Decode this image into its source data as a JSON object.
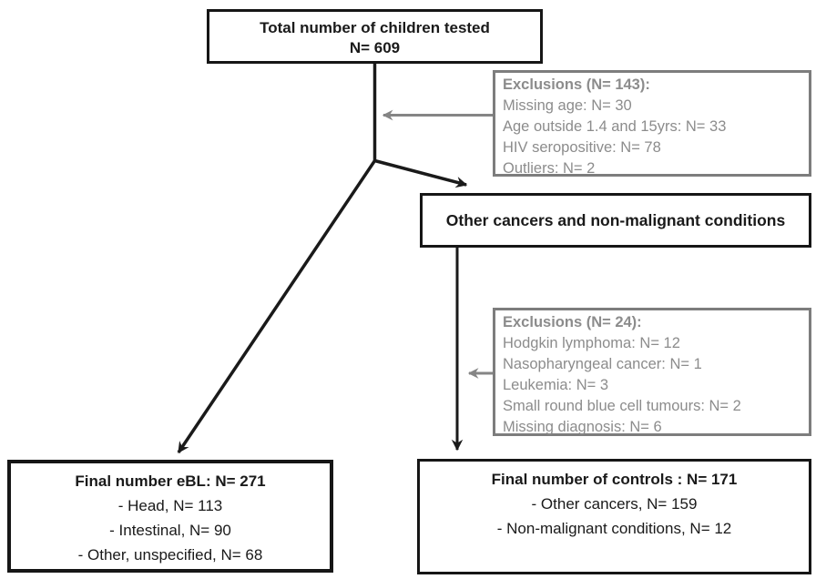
{
  "colors": {
    "black": "#1a1a1a",
    "gray_text": "#8c8c8c",
    "gray_border": "#7d7d7d",
    "gray_line": "#858585"
  },
  "boxes": {
    "total": {
      "line1": "Total number of children tested",
      "line2": "N= 609"
    },
    "exclusions1": {
      "title": "Exclusions (N= 143):",
      "items": [
        "Missing age: N= 30",
        "Age outside 1.4 and 15yrs: N= 33",
        "HIV seropositive: N= 78",
        "Outliers: N= 2"
      ]
    },
    "other_cancers": {
      "label": "Other cancers and non-malignant conditions"
    },
    "exclusions2": {
      "title": "Exclusions (N= 24):",
      "items": [
        "Hodgkin lymphoma: N= 12",
        "Nasopharyngeal cancer: N= 1",
        "Leukemia: N= 3",
        "Small round blue cell tumours: N= 2",
        "Missing diagnosis: N= 6"
      ]
    },
    "final_ebl": {
      "title": "Final number eBL: N= 271",
      "items": [
        "- Head, N= 113",
        "- Intestinal, N= 90",
        "- Other, unspecified, N= 68"
      ]
    },
    "final_controls": {
      "title": "Final number of controls : N= 171",
      "items": [
        "- Other cancers, N= 159",
        "- Non-malignant conditions, N= 12"
      ]
    }
  }
}
